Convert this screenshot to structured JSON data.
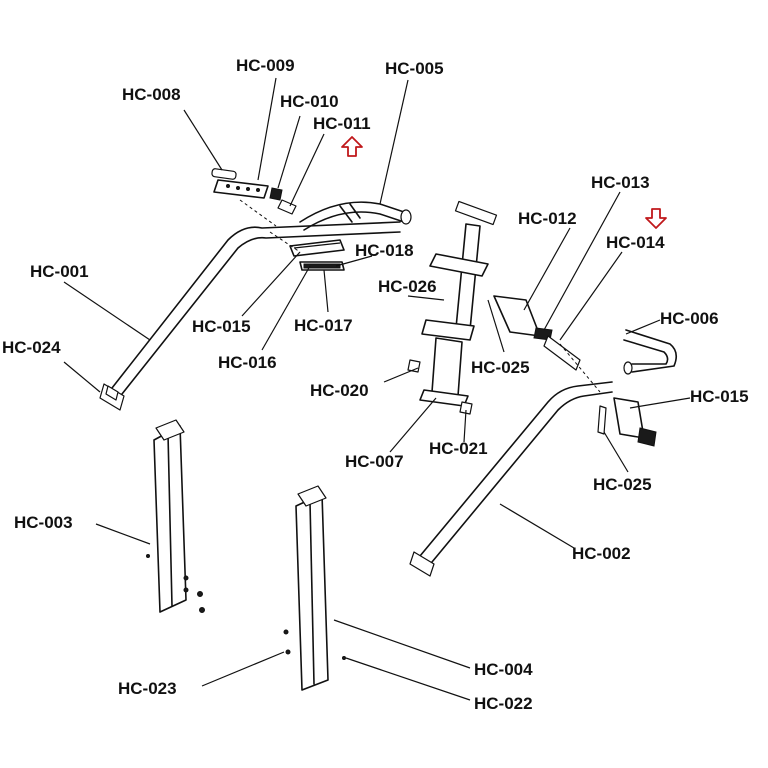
{
  "colors": {
    "line": "#111111",
    "callout_arrow": "#c0181b",
    "background": "#ffffff"
  },
  "labels": {
    "hc001": "HC-001",
    "hc002": "HC-002",
    "hc003": "HC-003",
    "hc004": "HC-004",
    "hc005": "HC-005",
    "hc006": "HC-006",
    "hc007": "HC-007",
    "hc008": "HC-008",
    "hc009": "HC-009",
    "hc010": "HC-010",
    "hc011": "HC-011",
    "hc012": "HC-012",
    "hc013": "HC-013",
    "hc014": "HC-014",
    "hc015a": "HC-015",
    "hc015b": "HC-015",
    "hc016": "HC-016",
    "hc017": "HC-017",
    "hc018": "HC-018",
    "hc020": "HC-020",
    "hc021": "HC-021",
    "hc022": "HC-022",
    "hc023": "HC-023",
    "hc024": "HC-024",
    "hc025a": "HC-025",
    "hc025b": "HC-025",
    "hc026": "HC-026"
  },
  "callout_arrows": [
    {
      "points_to": "HC-011",
      "direction": "up"
    },
    {
      "points_to": "HC-014",
      "direction": "down"
    }
  ]
}
